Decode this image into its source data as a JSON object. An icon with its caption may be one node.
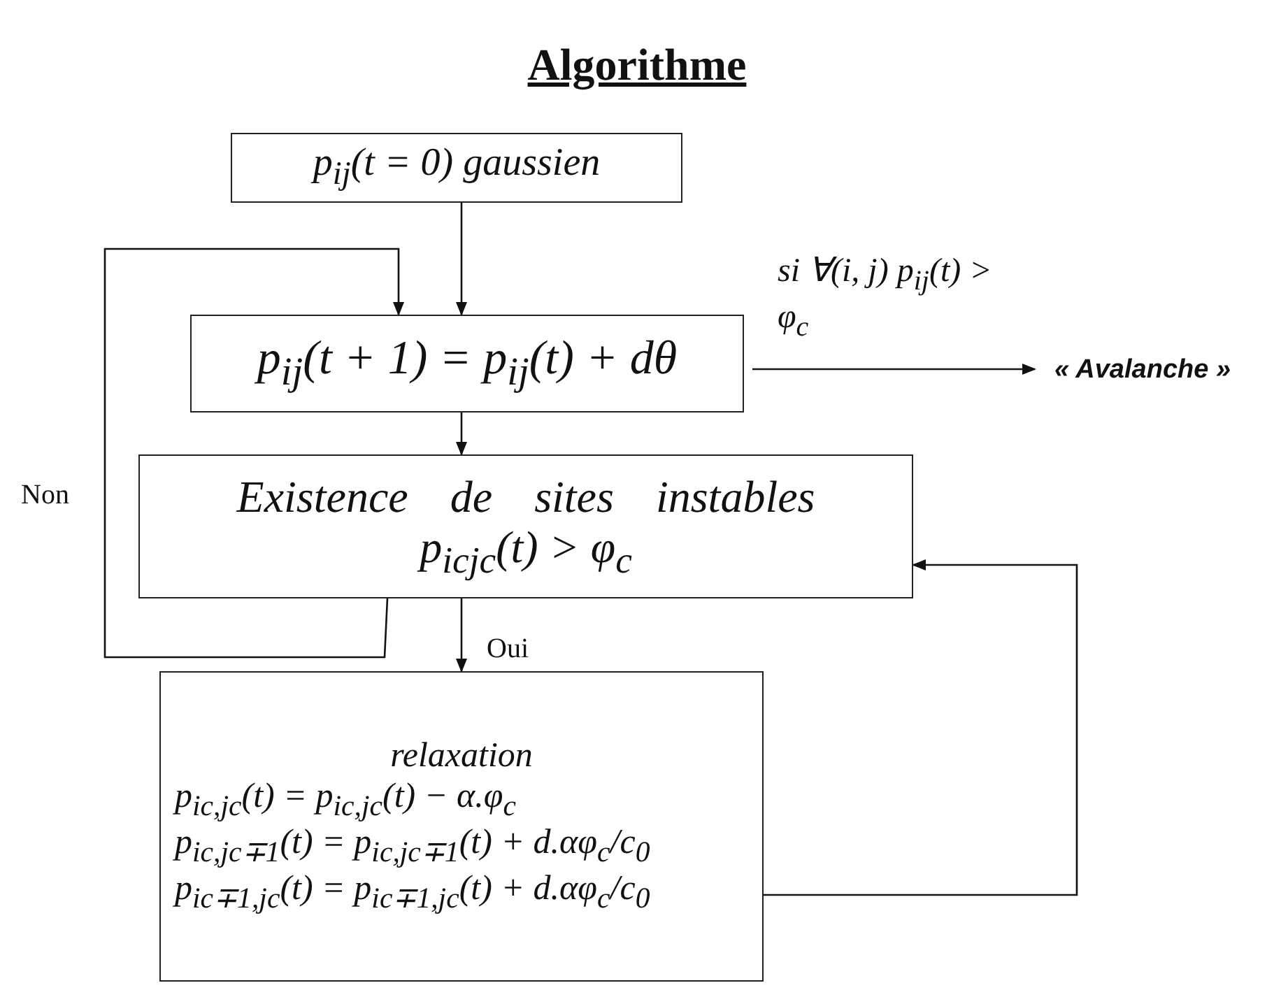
{
  "diagram": {
    "title": "Algorithme",
    "nodes": [
      {
        "text": [
          "p$_{ij}$(t = 0) gaussien"
        ]
      },
      {
        "text": [
          "p$_{ij}$(t + 1) = p$_{ij}$(t) + dθ"
        ]
      },
      {
        "text": [
          "Existence de sites instables",
          "p$_{icjc}$(t) > φ$_{c}$"
        ]
      },
      {
        "text": [
          "relaxation",
          "p$_{ic,jc}$(t) = p$_{ic,jc}$(t) − α.φ$_{c}$",
          "p$_{ic,jc∓1}$(t) = p$_{ic,jc∓1}$(t) + d.αφ$_{c}$/c$_{0}$",
          "p$_{ic∓1,jc}$(t) = p$_{ic∓1,jc}$(t) + d.αφ$_{c}$/c$_{0}$"
        ]
      },
      {
        "text": [
          "« Avalanche »"
        ]
      }
    ],
    "edges": [
      {
        "from": 0,
        "to": 1,
        "arrow": "to"
      },
      {
        "from": 1,
        "to": 2,
        "arrow": "to"
      },
      {
        "from": 2,
        "to": 3,
        "arrow": "to",
        "label": "Oui"
      },
      {
        "from": 2,
        "to": 1,
        "arrow": "to",
        "label": "Non"
      },
      {
        "from": 3,
        "to": 2,
        "arrow": "to"
      },
      {
        "from": 1,
        "to": 4,
        "arrow": "to",
        "label": "si ∀(i, j) p$_{ij}$(t) > φ$_{c}$"
      }
    ]
  }
}
